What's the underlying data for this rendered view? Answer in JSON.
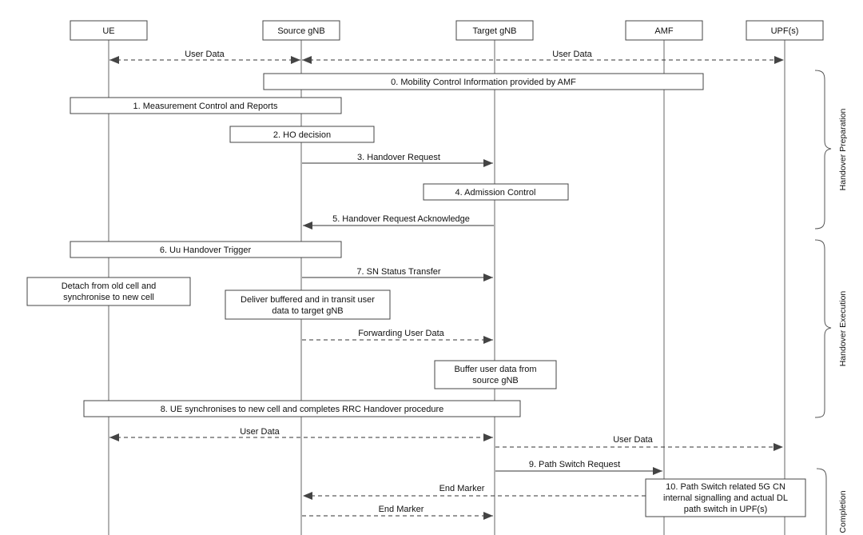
{
  "entities": [
    "UE",
    "Source gNB",
    "Target gNB",
    "AMF",
    "UPF(s)"
  ],
  "steps": {
    "user_data_1": "User Data",
    "user_data_2": "User Data",
    "s0": "0. Mobility Control Information provided by AMF",
    "s1": "1. Measurement Control and Reports",
    "s2": "2. HO decision",
    "s3": "3. Handover Request",
    "s4": "4. Admission Control",
    "s5": "5. Handover Request Acknowledge",
    "s6": "6. Uu Handover Trigger",
    "s7": "7. SN Status Transfer",
    "detach_line1": "Detach from old cell and",
    "detach_line2": "synchronise to new cell",
    "deliver_line1": "Deliver buffered and in transit user",
    "deliver_line2": "data to target gNB",
    "forwarding": "Forwarding User Data",
    "buffer_line1": "Buffer user data from",
    "buffer_line2": "source gNB",
    "s8": "8. UE synchronises to new cell and completes RRC Handover procedure",
    "user_data_3": "User Data",
    "user_data_4": "User Data",
    "s9": "9. Path Switch Request",
    "s10_line1": "10. Path Switch related 5G CN",
    "s10_line2": "internal signalling and actual DL",
    "s10_line3": "path switch in UPF(s)",
    "end_marker_1": "End Marker",
    "end_marker_2": "End Marker"
  },
  "phases": {
    "preparation": "Handover Preparation",
    "execution": "Handover Execution",
    "completion": "Completion"
  }
}
